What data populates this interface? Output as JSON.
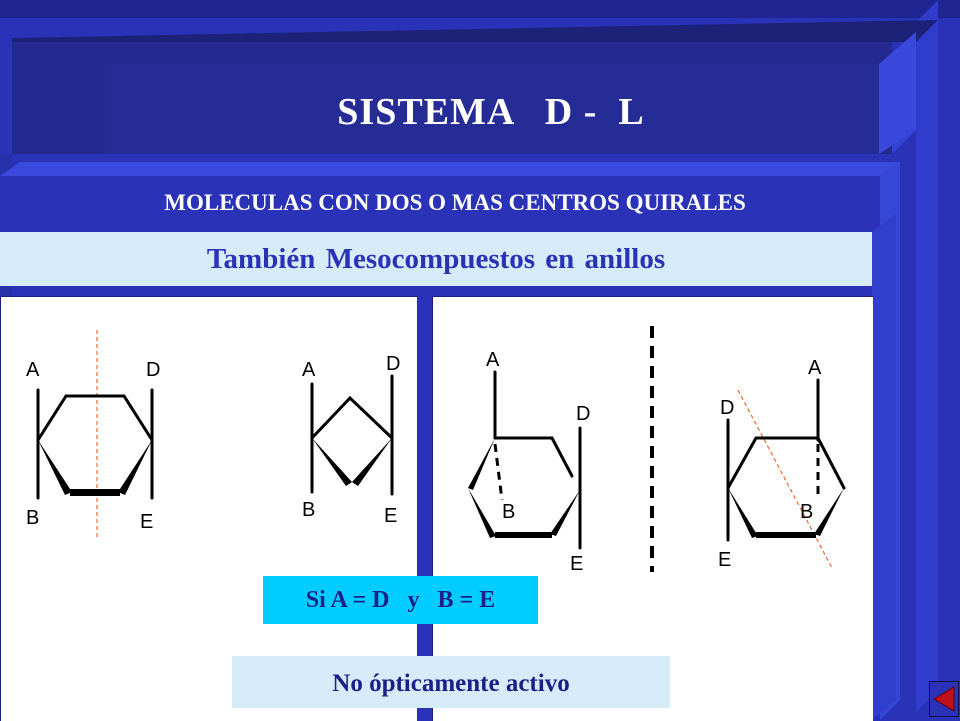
{
  "slide": {
    "title": "SISTEMA   D -  L",
    "subtitle": "MOLECULAS CON DOS O MAS CENTROS QUIRALES",
    "banner": "También Mesocompuestos en anillos",
    "condition": "Si A = D   y   B = E",
    "result": "No ópticamente activo"
  },
  "labels": {
    "hex_left": {
      "a": "A",
      "d": "D",
      "b": "B",
      "e": "E"
    },
    "square": {
      "a": "A",
      "d": "D",
      "b": "B",
      "e": "E"
    },
    "chair_1": {
      "a": "A",
      "d": "D",
      "b": "B",
      "e": "E"
    },
    "chair_2": {
      "a": "A",
      "d": "D",
      "b": "B",
      "e": "E"
    }
  },
  "nav": {
    "icon": "previous-triangle-icon"
  },
  "colors": {
    "background": "#2a33b8",
    "title_box": "#23298f",
    "banner": "#d7ecfa",
    "condition_box": "#00ccff",
    "symmetry_line": "#e86a3a"
  }
}
